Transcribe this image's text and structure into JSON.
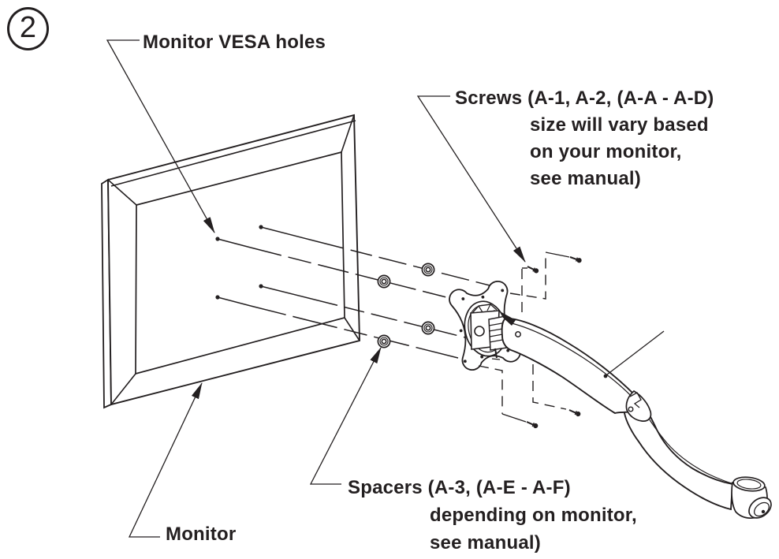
{
  "step_number": "2",
  "labels": {
    "monitor_vesa_holes": "Monitor VESA holes",
    "screws": "Screws (A-1, A-2, (A-A - A-D)\nsize will vary based\non your monitor,\nsee manual)",
    "spacers": "Spacers (A-3, (A-E - A-F)\ndepending on monitor,\nsee manual)",
    "monitor": "Monitor"
  },
  "colors": {
    "ink": "#231f20",
    "background": "#ffffff"
  },
  "parts": [
    "monitor",
    "monitor-vesa-holes",
    "spacer-washers",
    "mounting-screws",
    "vesa-plate",
    "monitor-arm"
  ]
}
